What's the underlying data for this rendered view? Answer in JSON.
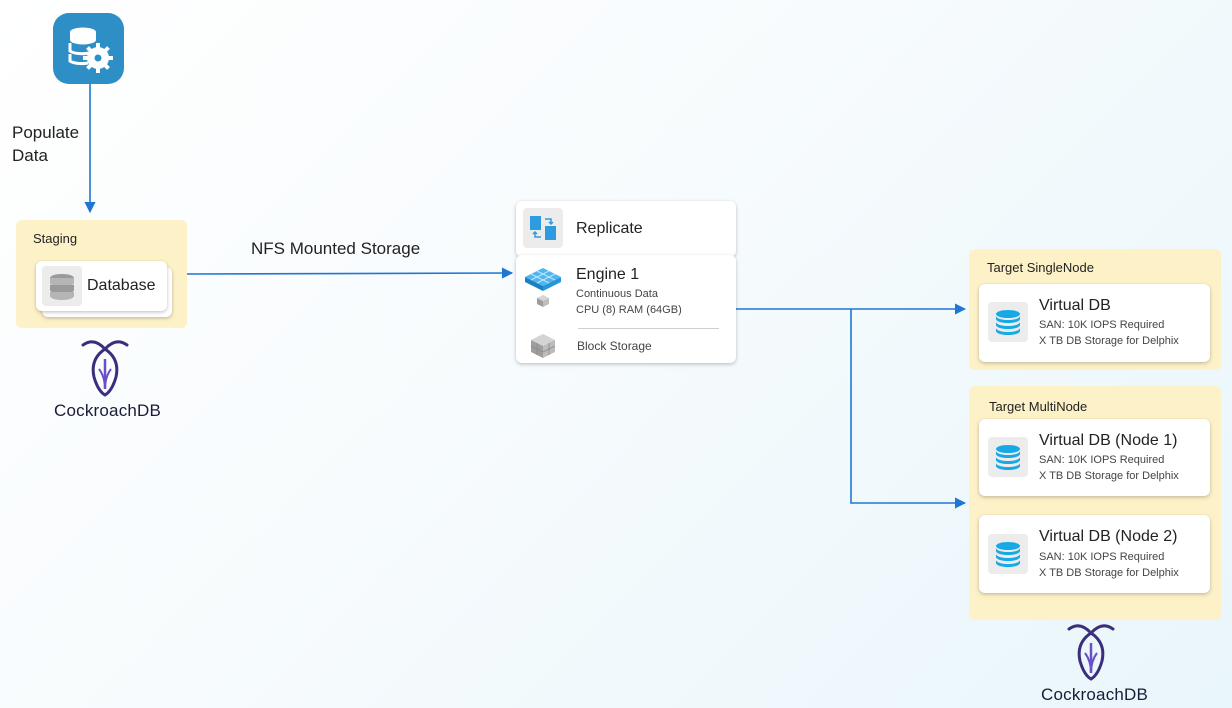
{
  "source": {
    "icon": "database-gear-icon",
    "label": "Populate\nData"
  },
  "staging": {
    "title": "Staging",
    "database_label": "Database",
    "db_icon": "database-icon"
  },
  "connection_label": "NFS Mounted Storage",
  "delphix": {
    "replicate_label": "Replicate",
    "engine_title": "Engine 1",
    "engine_line1": "Continuous Data",
    "engine_line2": "CPU (8) RAM (64GB)",
    "block_storage_label": "Block Storage"
  },
  "targets": {
    "single": {
      "title": "Target SingleNode",
      "vdbs": [
        {
          "name": "Virtual DB",
          "san": "SAN: 10K IOPS Required",
          "storage": "X TB DB Storage for Delphix"
        }
      ]
    },
    "multi": {
      "title": "Target MultiNode",
      "vdbs": [
        {
          "name": "Virtual DB (Node 1)",
          "san": "SAN: 10K IOPS Required",
          "storage": "X TB DB Storage for Delphix"
        },
        {
          "name": "Virtual DB (Node 2)",
          "san": "SAN: 10K IOPS Required",
          "storage": "X TB DB Storage for Delphix"
        }
      ]
    }
  },
  "brand": {
    "name": "CockroachDB",
    "icon": "cockroachdb-logo-icon"
  },
  "colors": {
    "arrow": "#1f77d4",
    "panel": "#fdf1c7",
    "accent": "#2d8fc6",
    "brand": "#3a2e7d"
  }
}
